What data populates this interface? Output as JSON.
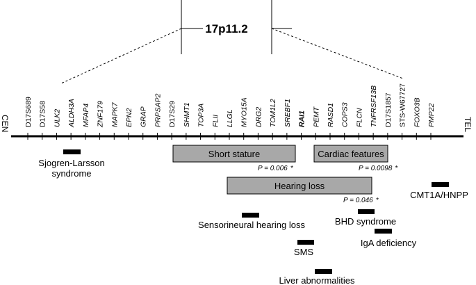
{
  "band": "17p11.2",
  "centromere_label": "CEN",
  "telomere_label": "TEL",
  "loci": [
    {
      "name": "D17S689",
      "kind": "marker"
    },
    {
      "name": "D17S58",
      "kind": "marker"
    },
    {
      "name": "ULK2",
      "kind": "gene"
    },
    {
      "name": "ALDH3A",
      "kind": "gene"
    },
    {
      "name": "MFAP4",
      "kind": "gene"
    },
    {
      "name": "ZNF179",
      "kind": "gene"
    },
    {
      "name": "MAPK7",
      "kind": "gene"
    },
    {
      "name": "EPN2",
      "kind": "gene"
    },
    {
      "name": "GRAP",
      "kind": "gene"
    },
    {
      "name": "PRPSAP2",
      "kind": "gene"
    },
    {
      "name": "D17S29",
      "kind": "marker"
    },
    {
      "name": "SHMT1",
      "kind": "gene"
    },
    {
      "name": "TOP3A",
      "kind": "gene"
    },
    {
      "name": "FLII",
      "kind": "gene"
    },
    {
      "name": "LLGL",
      "kind": "gene"
    },
    {
      "name": "MYO15A",
      "kind": "gene"
    },
    {
      "name": "DRG2",
      "kind": "gene"
    },
    {
      "name": "TOM1L2",
      "kind": "gene"
    },
    {
      "name": "SREBF1",
      "kind": "gene"
    },
    {
      "name": "RAI1",
      "kind": "gene-bold"
    },
    {
      "name": "PEMT",
      "kind": "gene"
    },
    {
      "name": "RASD1",
      "kind": "gene"
    },
    {
      "name": "COPS3",
      "kind": "gene"
    },
    {
      "name": "FLCN",
      "kind": "gene"
    },
    {
      "name": "TNFRSF13B",
      "kind": "gene"
    },
    {
      "name": "D17S1857",
      "kind": "marker"
    },
    {
      "name": "STS-W67727",
      "kind": "marker"
    },
    {
      "name": "FOXO3B",
      "kind": "gene"
    },
    {
      "name": "PMP22",
      "kind": "gene"
    }
  ],
  "regions": [
    {
      "label": "Short stature",
      "pvalue": "P = 0.006",
      "star": "*"
    },
    {
      "label": "Cardiac features",
      "pvalue": "P = 0.0098",
      "star": "*"
    },
    {
      "label": "Hearing loss",
      "pvalue": "P = 0.046",
      "star": "*"
    }
  ],
  "features": [
    {
      "lines": [
        "Sjogren-Larsson",
        "syndrome"
      ]
    },
    {
      "lines": [
        "CMT1A/HNPP"
      ]
    },
    {
      "lines": [
        "Sensorineural hearing loss"
      ]
    },
    {
      "lines": [
        "BHD syndrome"
      ]
    },
    {
      "lines": [
        "IgA deficiency"
      ]
    },
    {
      "lines": [
        "SMS"
      ]
    },
    {
      "lines": [
        "Liver abnormalities"
      ]
    }
  ]
}
